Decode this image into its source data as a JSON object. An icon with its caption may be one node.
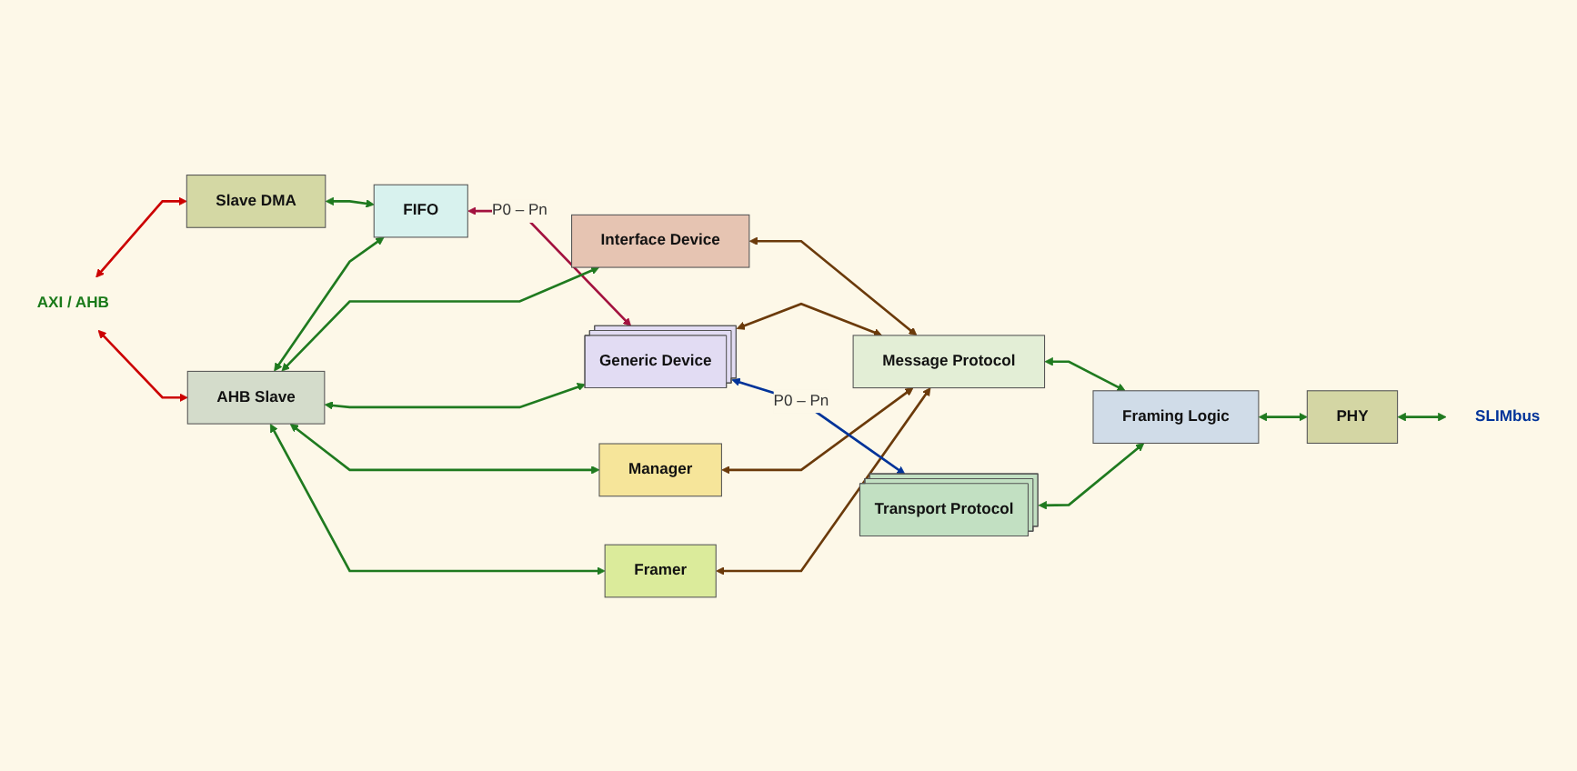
{
  "diagram": {
    "nodes": [
      {
        "text": [
          "AXI / AHB"
        ]
      },
      {
        "text": [
          "Slave DMA"
        ]
      },
      {
        "text": [
          "AHB Slave"
        ]
      },
      {
        "text": [
          "FIFO"
        ]
      },
      {
        "text": [
          "Interface Device"
        ]
      },
      {
        "text": [
          "Generic Device"
        ]
      },
      {
        "text": [
          "Manager"
        ]
      },
      {
        "text": [
          "Framer"
        ]
      },
      {
        "text": [
          "Message Protocol"
        ]
      },
      {
        "text": [
          "Transport Protocol"
        ]
      },
      {
        "text": [
          "Framing Logic"
        ]
      },
      {
        "text": [
          "PHY"
        ]
      },
      {
        "text": [
          "SLIMbus"
        ]
      }
    ],
    "edges": [
      {
        "from": 0,
        "to": 1,
        "arrow": "both",
        "color": "#cc0000"
      },
      {
        "from": 0,
        "to": 2,
        "arrow": "both",
        "color": "#cc0000"
      },
      {
        "from": 1,
        "to": 3,
        "arrow": "both"
      },
      {
        "from": 3,
        "to": 5,
        "arrow": "both",
        "label": "P0 – Pn",
        "color": "#a3123f"
      },
      {
        "from": 2,
        "to": 3,
        "arrow": "both"
      },
      {
        "from": 2,
        "to": 4,
        "arrow": "both"
      },
      {
        "from": 2,
        "to": 5,
        "arrow": "both"
      },
      {
        "from": 2,
        "to": 6,
        "arrow": "both"
      },
      {
        "from": 2,
        "to": 7,
        "arrow": "both"
      },
      {
        "from": 4,
        "to": 8,
        "arrow": "both",
        "color": "#6b3a0a"
      },
      {
        "from": 5,
        "to": 8,
        "arrow": "both",
        "color": "#6b3a0a"
      },
      {
        "from": 6,
        "to": 8,
        "arrow": "both",
        "color": "#6b3a0a"
      },
      {
        "from": 7,
        "to": 8,
        "arrow": "both",
        "color": "#6b3a0a"
      },
      {
        "from": 5,
        "to": 9,
        "arrow": "both",
        "label": "P0 – Pn",
        "color": "#003399"
      },
      {
        "from": 8,
        "to": 10,
        "arrow": "both"
      },
      {
        "from": 9,
        "to": 10,
        "arrow": "both"
      },
      {
        "from": 10,
        "to": 11,
        "arrow": "both"
      },
      {
        "from": 11,
        "to": 12,
        "arrow": "both"
      }
    ]
  }
}
